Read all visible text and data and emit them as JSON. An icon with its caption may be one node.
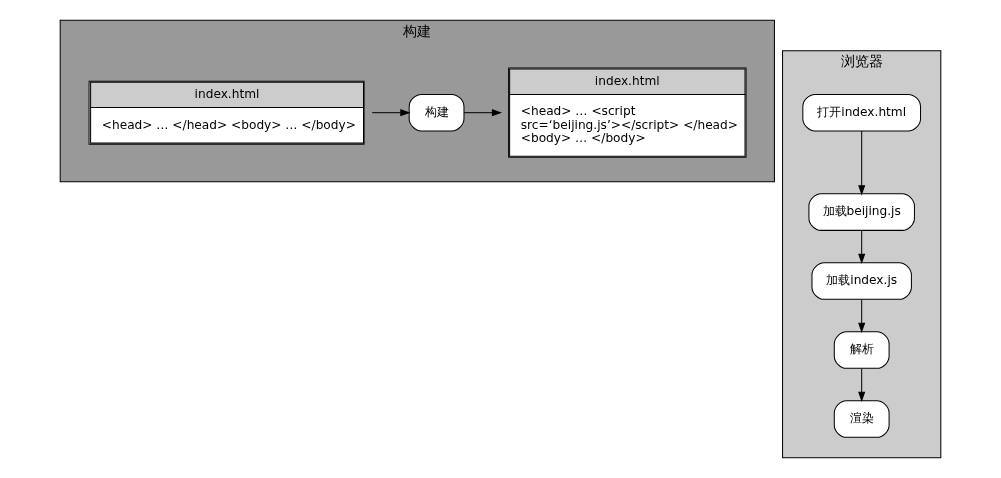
{
  "diagram": {
    "nodes": [
      {
        "text": [
          "构建"
        ]
      },
      {
        "text": [
          "index.html",
          "<head> … </head> <body> … </body>"
        ],
        "in": 0
      },
      {
        "text": [
          "构建"
        ],
        "in": 0
      },
      {
        "text": [
          "index.html",
          "<head> … <script src=‘beijing.js’></script> </head> <body> … </body>"
        ],
        "in": 0
      },
      {
        "text": [
          "浏览器"
        ]
      },
      {
        "text": [
          "打开index.html"
        ],
        "in": 4
      },
      {
        "text": [
          "加载beijing.js"
        ],
        "in": 4
      },
      {
        "text": [
          "加载index.js"
        ],
        "in": 4
      },
      {
        "text": [
          "解析"
        ],
        "in": 4
      },
      {
        "text": [
          "渲染"
        ],
        "in": 4
      }
    ],
    "edges": [
      {
        "from": 1,
        "to": 2,
        "arrow": "to"
      },
      {
        "from": 2,
        "to": 3,
        "arrow": "to"
      },
      {
        "from": 5,
        "to": 6,
        "arrow": "to"
      },
      {
        "from": 6,
        "to": 7,
        "arrow": "to"
      },
      {
        "from": 7,
        "to": 8,
        "arrow": "to"
      },
      {
        "from": 8,
        "to": 9,
        "arrow": "to"
      }
    ]
  }
}
